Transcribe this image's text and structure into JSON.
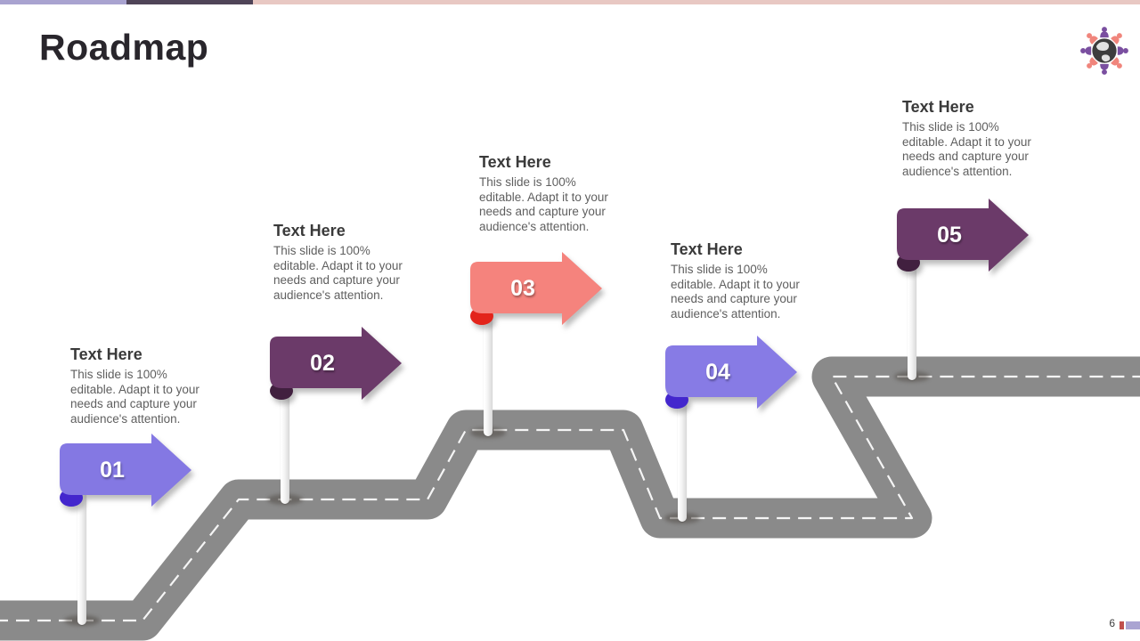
{
  "slide": {
    "title": "Roadmap"
  },
  "top_bar": {
    "segment1_color": "#a9a3d0",
    "segment2_color": "#4f4458",
    "segment3_color": "#e8c8c3"
  },
  "logo": {
    "label": "globe-people-logo",
    "globe_color": "#3d3d3d",
    "land_color": "#e2e2e2",
    "purple": "#7a4fa0",
    "salmon": "#f0857c"
  },
  "road": {
    "color": "#8a8a8a",
    "dash_color": "#f5f5f5"
  },
  "milestones": [
    {
      "number": "01",
      "heading": "Text Here",
      "body": "This slide is 100% editable. Adapt it to your needs and capture your audience's attention.",
      "arrow_color": "#8478e3",
      "fold_color": "#4326cd"
    },
    {
      "number": "02",
      "heading": "Text Here",
      "body": "This slide is 100% editable. Adapt it to your needs and capture your audience's attention.",
      "arrow_color": "#6b3a69",
      "fold_color": "#41203f"
    },
    {
      "number": "03",
      "heading": "Text Here",
      "body": "This slide is 100% editable. Adapt it to your needs and capture your audience's attention.",
      "arrow_color": "#f5837d",
      "fold_color": "#e3241b"
    },
    {
      "number": "04",
      "heading": "Text Here",
      "body": "This slide is 100% editable. Adapt it to your needs and capture your audience's attention.",
      "arrow_color": "#877be5",
      "fold_color": "#4326cd"
    },
    {
      "number": "05",
      "heading": "Text Here",
      "body": "This slide is 100% editable. Adapt it to your needs and capture your audience's attention.",
      "arrow_color": "#6b3a69",
      "fold_color": "#41203f"
    }
  ],
  "footer": {
    "page_number": "6",
    "bar1_color": "#c0504d",
    "bar2_color": "#aaa4d2"
  }
}
